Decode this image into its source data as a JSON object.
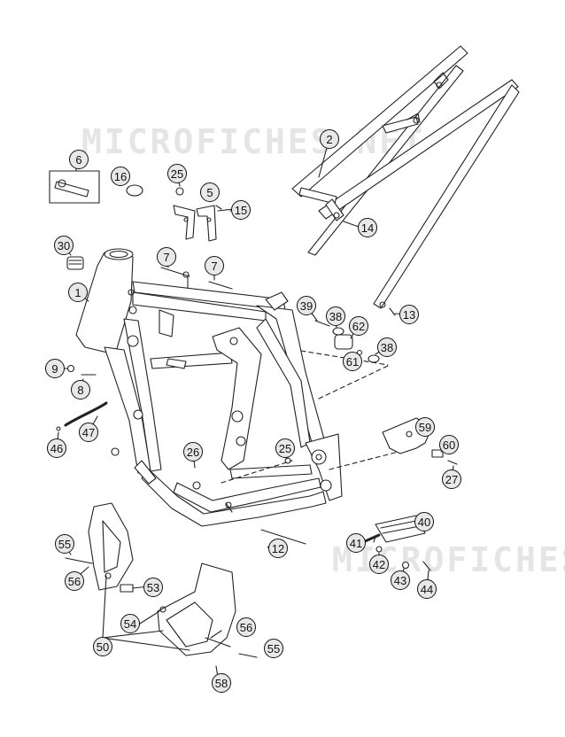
{
  "watermark": "MICROFICHES.NET",
  "callouts": {
    "c1": "1",
    "c2": "2",
    "c5": "5",
    "c6": "6",
    "c7a": "7",
    "c7b": "7",
    "c8": "8",
    "c9": "9",
    "c12": "12",
    "c13": "13",
    "c14": "14",
    "c15": "15",
    "c16": "16",
    "c25a": "25",
    "c25b": "25",
    "c26": "26",
    "c27": "27",
    "c30": "30",
    "c38a": "38",
    "c38b": "38",
    "c39": "39",
    "c40": "40",
    "c41": "41",
    "c42": "42",
    "c43": "43",
    "c44": "44",
    "c46": "46",
    "c47": "47",
    "c50": "50",
    "c53": "53",
    "c54": "54",
    "c55a": "55",
    "c55b": "55",
    "c56a": "56",
    "c56b": "56",
    "c58": "58",
    "c59": "59",
    "c60": "60",
    "c61": "61",
    "c62": "62"
  }
}
